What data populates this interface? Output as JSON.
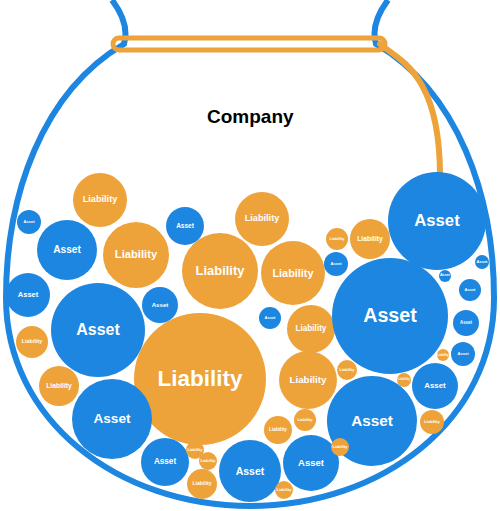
{
  "diagram": {
    "nodes": [
      {
        "text": [
          "Company"
        ]
      },
      {
        "text": [
          "Liability"
        ],
        "in": 0
      },
      {
        "text": [
          "Asset"
        ],
        "in": 0
      },
      {
        "text": [
          "Liability"
        ],
        "in": 0
      },
      {
        "text": [
          "Asset"
        ],
        "in": 0
      },
      {
        "text": [
          "Asset"
        ],
        "in": 0
      },
      {
        "text": [
          "Liability"
        ],
        "in": 0
      },
      {
        "text": [
          "Liability"
        ],
        "in": 0
      },
      {
        "text": [
          "Liability"
        ],
        "in": 0
      },
      {
        "text": [
          "Liability"
        ],
        "in": 0
      },
      {
        "text": [
          "Liability"
        ],
        "in": 0
      },
      {
        "text": [
          "Asset"
        ],
        "in": 0
      },
      {
        "text": [
          "Asset"
        ],
        "in": 0
      },
      {
        "text": [
          "Asset"
        ],
        "in": 0
      },
      {
        "text": [
          "Asset"
        ],
        "in": 0
      },
      {
        "text": [
          "Asset"
        ],
        "in": 0
      },
      {
        "text": [
          "Liability"
        ],
        "in": 0
      },
      {
        "text": [
          "Asset"
        ],
        "in": 0
      },
      {
        "text": [
          "Asset"
        ],
        "in": 0
      },
      {
        "text": [
          "Asset"
        ],
        "in": 0
      },
      {
        "text": [
          "Asset"
        ],
        "in": 0
      },
      {
        "text": [
          "Asset"
        ],
        "in": 0
      },
      {
        "text": [
          "Asset"
        ],
        "in": 0
      },
      {
        "text": [
          "Asset"
        ],
        "in": 0
      },
      {
        "text": [
          "Liability"
        ],
        "in": 0
      },
      {
        "text": [
          "Liability"
        ],
        "in": 0
      },
      {
        "text": [
          "Liability"
        ],
        "in": 0
      },
      {
        "text": [
          "Liability"
        ],
        "in": 0
      },
      {
        "text": [
          "Asset"
        ],
        "in": 0
      },
      {
        "text": [
          "Liability"
        ],
        "in": 0
      },
      {
        "text": [
          "Liability"
        ],
        "in": 0
      },
      {
        "text": [
          "Liability"
        ],
        "in": 0
      },
      {
        "text": [
          "Asset"
        ],
        "in": 0
      },
      {
        "text": [
          "Asset"
        ],
        "in": 0
      },
      {
        "text": [
          "Liability"
        ],
        "in": 0
      },
      {
        "text": [
          "Liability"
        ],
        "in": 0
      },
      {
        "text": [
          "Liability"
        ],
        "in": 0
      },
      {
        "text": [
          "Asset"
        ],
        "in": 0
      },
      {
        "text": [
          "Liability"
        ],
        "in": 0
      },
      {
        "text": [
          "Liability"
        ],
        "in": 0
      },
      {
        "text": [
          "Asset"
        ],
        "in": 0
      },
      {
        "text": [
          "Asset"
        ],
        "in": 0
      },
      {
        "text": [
          "Liability"
        ],
        "in": 0
      },
      {
        "text": [
          "Liability"
        ],
        "in": 0
      },
      {
        "text": [
          "Liability"
        ],
        "in": 0
      }
    ]
  }
}
